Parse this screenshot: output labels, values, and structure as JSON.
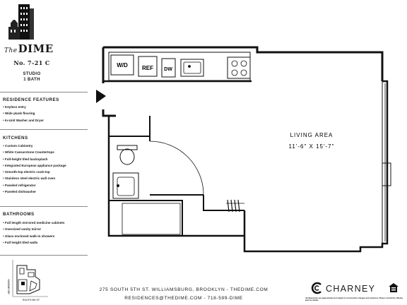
{
  "building": {
    "logo_word": "DIME",
    "logo_prefix": "The"
  },
  "unit": {
    "number": "No. 7-21 C",
    "type": "STUDIO",
    "baths": "1 BATH"
  },
  "sections": [
    {
      "title": "RESIDENCE FEATURES",
      "items": [
        "Keyless entry",
        "Wide plank flooring",
        "In-Unit Washer and Dryer"
      ]
    },
    {
      "title": "KITCHENS",
      "items": [
        "Custom Cabinetry",
        "White Caesarstone Countertops",
        "Full-height tiled backsplash",
        "Integrated European appliance package",
        "Smooth-top electric cook-top",
        "Stainless steel electric wall oven",
        "Paneled refrigerator",
        "Paneled dishwasher"
      ]
    },
    {
      "title": "BATHROOMS",
      "items": [
        "Full length mirrored medicine cabinets",
        "Oversized vanity mirror",
        "Glass enclosed walk-in showers",
        "Full height tiled walls"
      ]
    }
  ],
  "keymap": {
    "street_bottom": "SOUTH 5th ST",
    "street_side": "HAVEMEYER"
  },
  "plan": {
    "appliances": {
      "washer_dryer": "W/D",
      "refrigerator": "REF",
      "dishwasher": "DW"
    },
    "living_area": {
      "name": "LIVING AREA",
      "dimensions": "11'-6\" X 15'-7\""
    }
  },
  "footer": {
    "address": "275 SOUTH 5TH ST. WILLIAMSBURG, BROOKLYN - THEDIME.COM",
    "contact": "RESIDENCES@THEDIME.COM - 718-599-DIME",
    "brand": "CHARNEY",
    "disclaimer": "All dimensions are approximate and subject to construction changes and variances. Please consult the offering plan for details."
  },
  "colors": {
    "ink": "#1a1a1a",
    "wall": "#111111",
    "rule": "#888888"
  }
}
